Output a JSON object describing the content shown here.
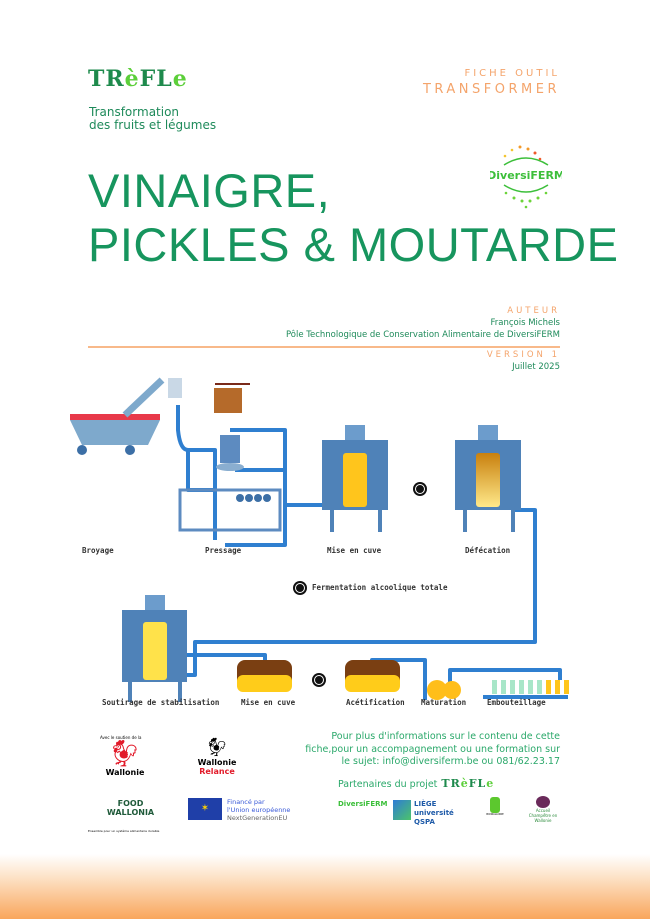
{
  "header": {
    "logo": "TRèFLe",
    "subtitle_line1": "Transformation",
    "subtitle_line2": "des fruits et légumes",
    "fiche": "FICHE OUTIL",
    "category": "TRANSFORMER",
    "partner_logo": "DiversiFERM"
  },
  "title": {
    "line1": "VINAIGRE,",
    "line2": "PICKLES & MOUTARDE"
  },
  "author": {
    "label": "AUTEUR",
    "name": "François Michels",
    "org": "Pôle Technologique de Conservation Alimentaire de DiversiFERM",
    "version": "VERSION 1",
    "date": "Juillet 2025"
  },
  "process": {
    "steps_top": [
      "Broyage",
      "Pressage",
      "Mise en cuve",
      "Défécation"
    ],
    "fermentation": "Fermentation alcoolique totale",
    "steps_bottom": [
      "Soutirage de stabilisation",
      "Mise en cuve",
      "Acétification",
      "Maturation",
      "Embouteillage"
    ]
  },
  "contact": {
    "line1": "Pour plus d'informations sur le contenu de cette",
    "line2": "fiche,pour un accompagnement ou une formation sur",
    "line3": "le sujet: info@diversiferm.be ou 081/62.23.17"
  },
  "partners": {
    "label": "Partenaires du projet",
    "logo": "TRèFLe",
    "items": [
      "DiversiFERM",
      "LIÈGE université QSPA",
      "BIOWALLONIE",
      "Accueil Champêtre en Wallonie"
    ]
  },
  "sponsors": {
    "wallonie_caption": "Avec le soutien de la",
    "wallonie": "Wallonie",
    "relance1": "Wallonie",
    "relance2": "Relance",
    "food1": "FOOD",
    "food2": "WALLONIA",
    "food_caption": "Ensemble pour un système alimentaire durable",
    "eu1": "Financé par",
    "eu2": "l'Union européenne",
    "eu3": "NextGenerationEU"
  },
  "colors": {
    "green": "#17955e",
    "orange": "#f4a46b",
    "pipe": "#2f7fd0",
    "tank": "#4f82b8",
    "liquid": "#ffc51c"
  }
}
